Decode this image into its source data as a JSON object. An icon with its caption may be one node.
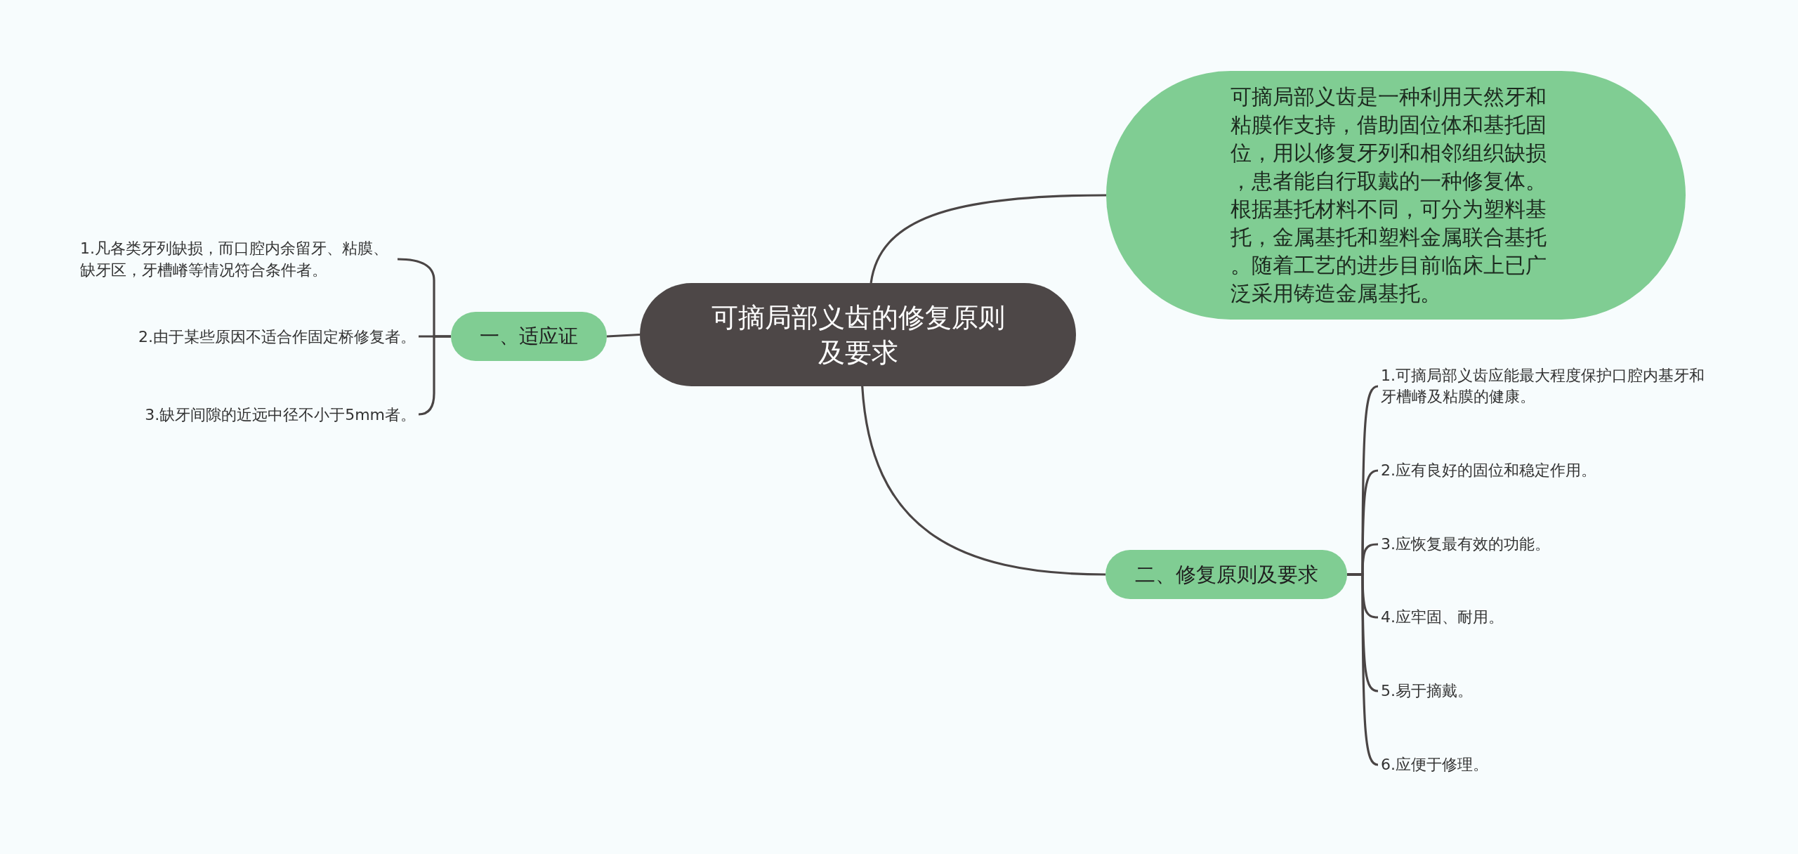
{
  "diagram": {
    "nodes": [
      {
        "text": [
          "可摘局部义齿的修复原则及要求"
        ]
      },
      {
        "text": [
          "可摘局部义齿是一种利用天然牙和粘膜作支持，借助固位体和基托固位，用以修复牙列和相邻组织缺损，患者能自行取戴的一种修复体。根据基托材料不同，可分为塑料基托，金属基托和塑料金属联合基托。随着工艺的进步目前临床上已广泛采用铸造金属基托。"
        ]
      },
      {
        "text": [
          "一、适应证"
        ]
      },
      {
        "text": [
          "1.凡各类牙列缺损，而口腔内余留牙、粘膜、缺牙区，牙槽嵴等情况符合条件者。"
        ]
      },
      {
        "text": [
          "2.由于某些原因不适合作固定桥修复者。"
        ]
      },
      {
        "text": [
          "3.缺牙间隙的近远中径不小于5mm者。"
        ]
      },
      {
        "text": [
          "二、修复原则及要求"
        ]
      },
      {
        "text": [
          "1.可摘局部义齿应能最大程度保护口腔内基牙和牙槽嵴及粘膜的健康。"
        ]
      },
      {
        "text": [
          "2.应有良好的固位和稳定作用。"
        ]
      },
      {
        "text": [
          "3.应恢复最有效的功能。"
        ]
      },
      {
        "text": [
          "4.应牢固、耐用。"
        ]
      },
      {
        "text": [
          "5.易于摘戴。"
        ]
      },
      {
        "text": [
          "6.应便于修理。"
        ]
      }
    ],
    "edges": [
      {
        "from": 0,
        "to": 1,
        "arrow": "none"
      },
      {
        "from": 0,
        "to": 2,
        "arrow": "none"
      },
      {
        "from": 2,
        "to": 3,
        "arrow": "none"
      },
      {
        "from": 2,
        "to": 4,
        "arrow": "none"
      },
      {
        "from": 2,
        "to": 5,
        "arrow": "none"
      },
      {
        "from": 0,
        "to": 6,
        "arrow": "none"
      },
      {
        "from": 6,
        "to": 7,
        "arrow": "none"
      },
      {
        "from": 6,
        "to": 8,
        "arrow": "none"
      },
      {
        "from": 6,
        "to": 9,
        "arrow": "none"
      },
      {
        "from": 6,
        "to": 10,
        "arrow": "none"
      },
      {
        "from": 6,
        "to": 11,
        "arrow": "none"
      },
      {
        "from": 6,
        "to": 12,
        "arrow": "none"
      }
    ]
  }
}
